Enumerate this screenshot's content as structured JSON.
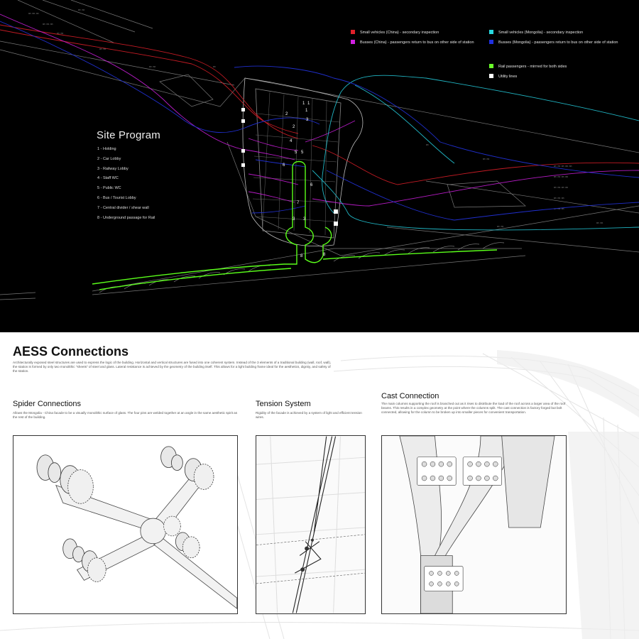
{
  "legend": [
    {
      "label": "Small vehicles (China) - secondary inspection",
      "color": "#e0202a"
    },
    {
      "label": "Busses (China) - passengers return to bus on other side of station",
      "color": "#d020e0"
    },
    {
      "label": "Small vehicles (Mongolia) - secondary inspection",
      "color": "#28d8e0"
    },
    {
      "label": "Busses (Mongolia) - passengers return to bus on other side of station",
      "color": "#2030e0"
    },
    {
      "label": "Rail passengers - mirrred for both sides",
      "color": "#6aff2a"
    },
    {
      "label": "Utility lines",
      "color": "#ffffff"
    }
  ],
  "site_program": {
    "title": "Site Program",
    "items": [
      "1 - Holding",
      "2 - Car Lobby",
      "3 - Railway Lobby",
      "4 - Staff WC",
      "5 - Public WC",
      "6 - Bus / Tourist Lobby",
      "7 - Central divider / shear wall",
      "8 - Underground passage for Rail"
    ]
  },
  "plan_labels": [
    "1",
    "1",
    "1",
    "2",
    "2",
    "3",
    "4",
    "5",
    "5",
    "6",
    "6",
    "7",
    "3",
    "3",
    "8",
    "8"
  ],
  "aess": {
    "title": "AESS Connections",
    "description": "Architecturally exposed steel structures are used to express the logic of the building. Horizontal and vertical structures are fused into one coherent system. Instead of the 3 elements of a traditional building (wall, roof, wall), the station is formed by only two monolithic \"sheets\" of steel and glass. Lateral resistance is achieved by the geometry of the building itself. This allows for a light building frame ideal for the aesthetics, dignity, and safety of the station."
  },
  "spider": {
    "title": "Spider Connections",
    "description": "Allows the Mongolia - China facade to be a visually monolithic surface of glass. The four pins are welded together at an angle in the same aesthetic spirit as the rest of the building."
  },
  "tension": {
    "title": "Tension System",
    "description": "Rigidity of the facade is achieved by a system of light and efficient tension wires."
  },
  "cast": {
    "title": "Cast Connection",
    "description": "The main columns supporting the roof is branched out as it rises to distribute the load of the roof across a larger area of the roof beams. This results in a complex geometry at the point where the columns split. The cast connection is factory forged but bolt connected, allowing for the column to be broken up into smaller pieces for convenient transportation."
  }
}
